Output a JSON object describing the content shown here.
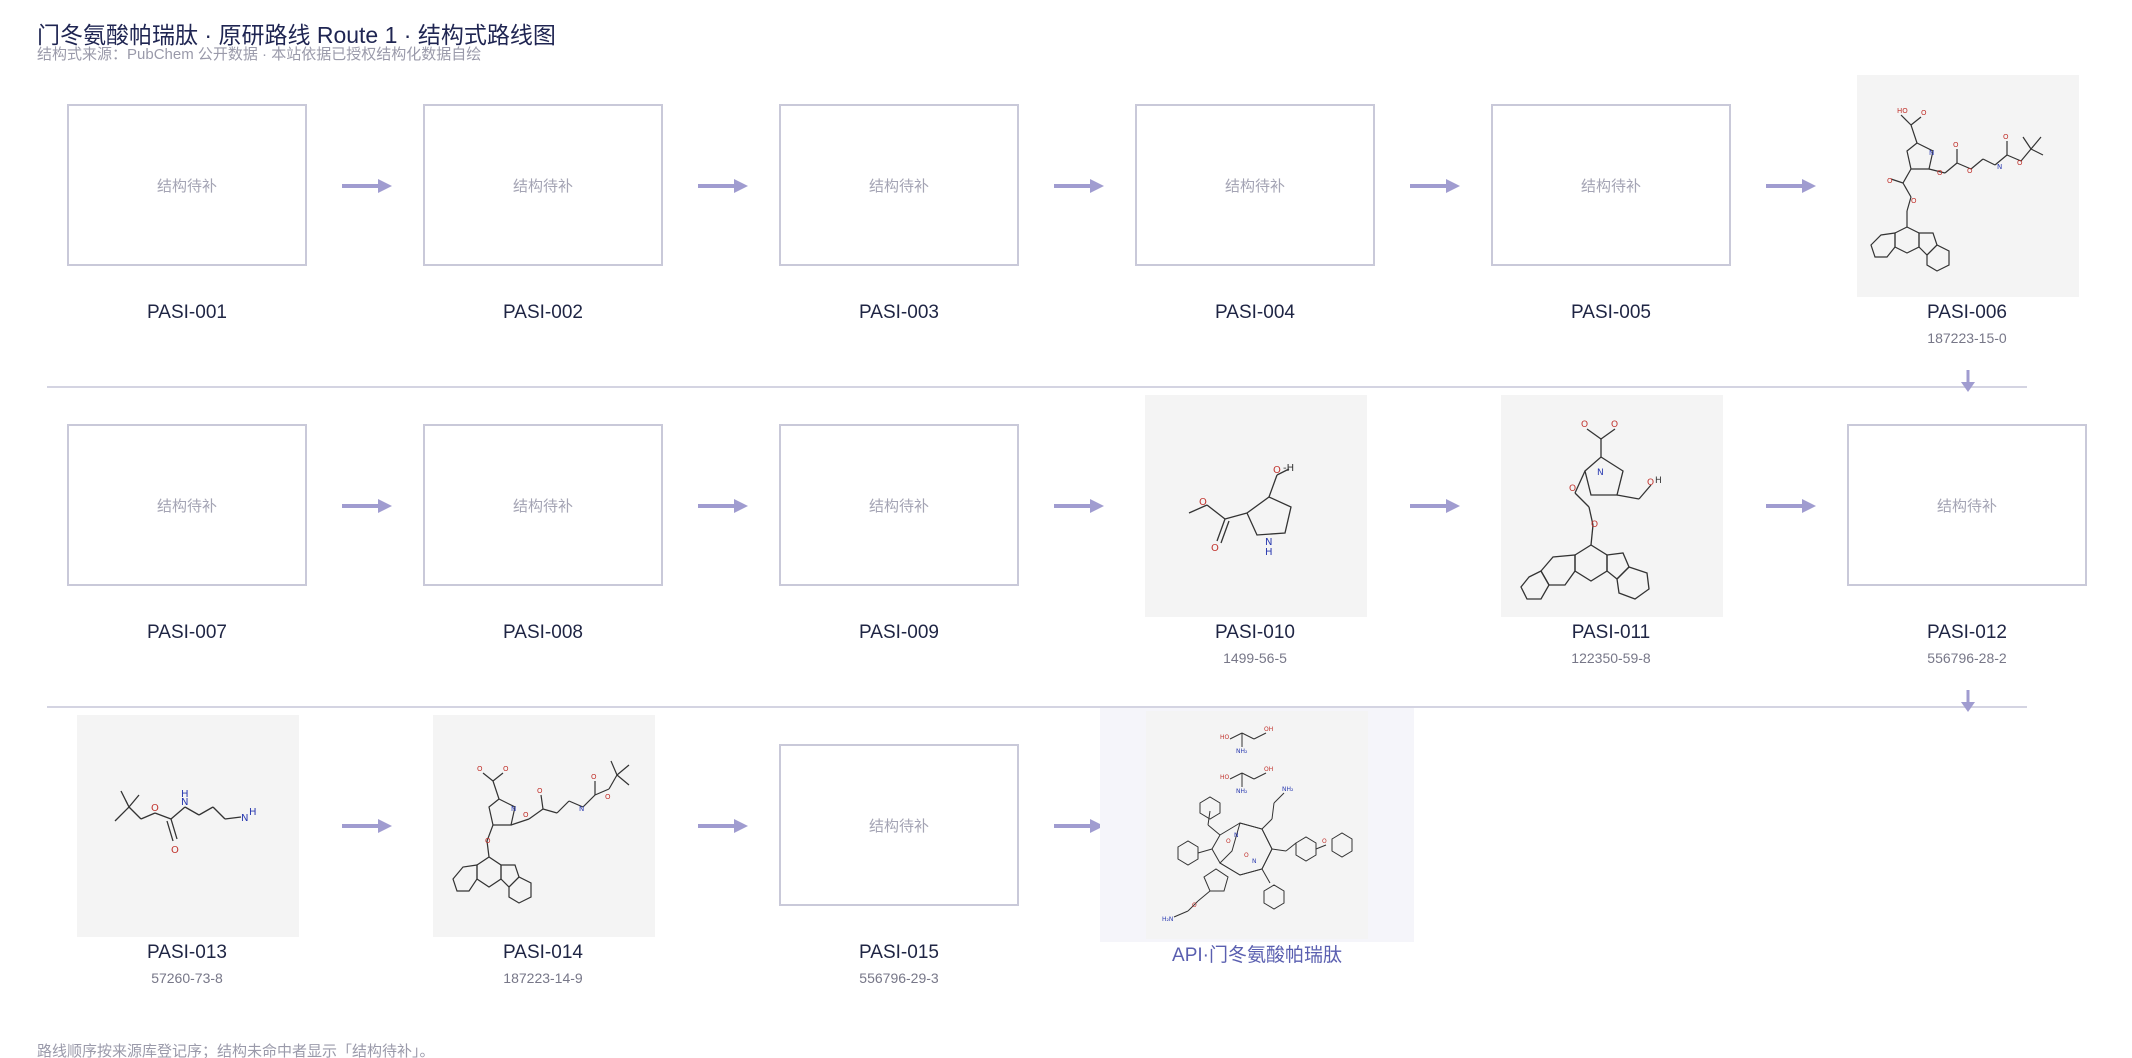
{
  "header": {
    "title": "门冬氨酸帕瑞肽 · 原研路线 Route 1 · 结构式路线图",
    "subtitle": "结构式来源：PubChem 公开数据 · 本站依据已授权结构化数据自绘"
  },
  "placeholder_label": "结构待补",
  "nodes": [
    {
      "id": "PASI-001",
      "cas": ""
    },
    {
      "id": "PASI-002",
      "cas": ""
    },
    {
      "id": "PASI-003",
      "cas": ""
    },
    {
      "id": "PASI-004",
      "cas": ""
    },
    {
      "id": "PASI-005",
      "cas": ""
    },
    {
      "id": "PASI-006",
      "cas": "187223-15-0"
    },
    {
      "id": "PASI-007",
      "cas": ""
    },
    {
      "id": "PASI-008",
      "cas": ""
    },
    {
      "id": "PASI-009",
      "cas": ""
    },
    {
      "id": "PASI-010",
      "cas": "1499-56-5"
    },
    {
      "id": "PASI-011",
      "cas": "122350-59-8"
    },
    {
      "id": "PASI-012",
      "cas": "556796-28-2"
    },
    {
      "id": "PASI-013",
      "cas": "57260-73-8"
    },
    {
      "id": "PASI-014",
      "cas": "187223-14-9"
    },
    {
      "id": "PASI-015",
      "cas": "556796-29-3"
    }
  ],
  "api": {
    "label": "API·门冬氨酸帕瑞肽"
  },
  "footer": {
    "note": "路线顺序按来源库登记序；结构未命中者显示「结构待补」。"
  },
  "colors": {
    "arrow": "#a09cd0",
    "line": "#d4d4e2",
    "api_text": "#5a5fb0"
  }
}
